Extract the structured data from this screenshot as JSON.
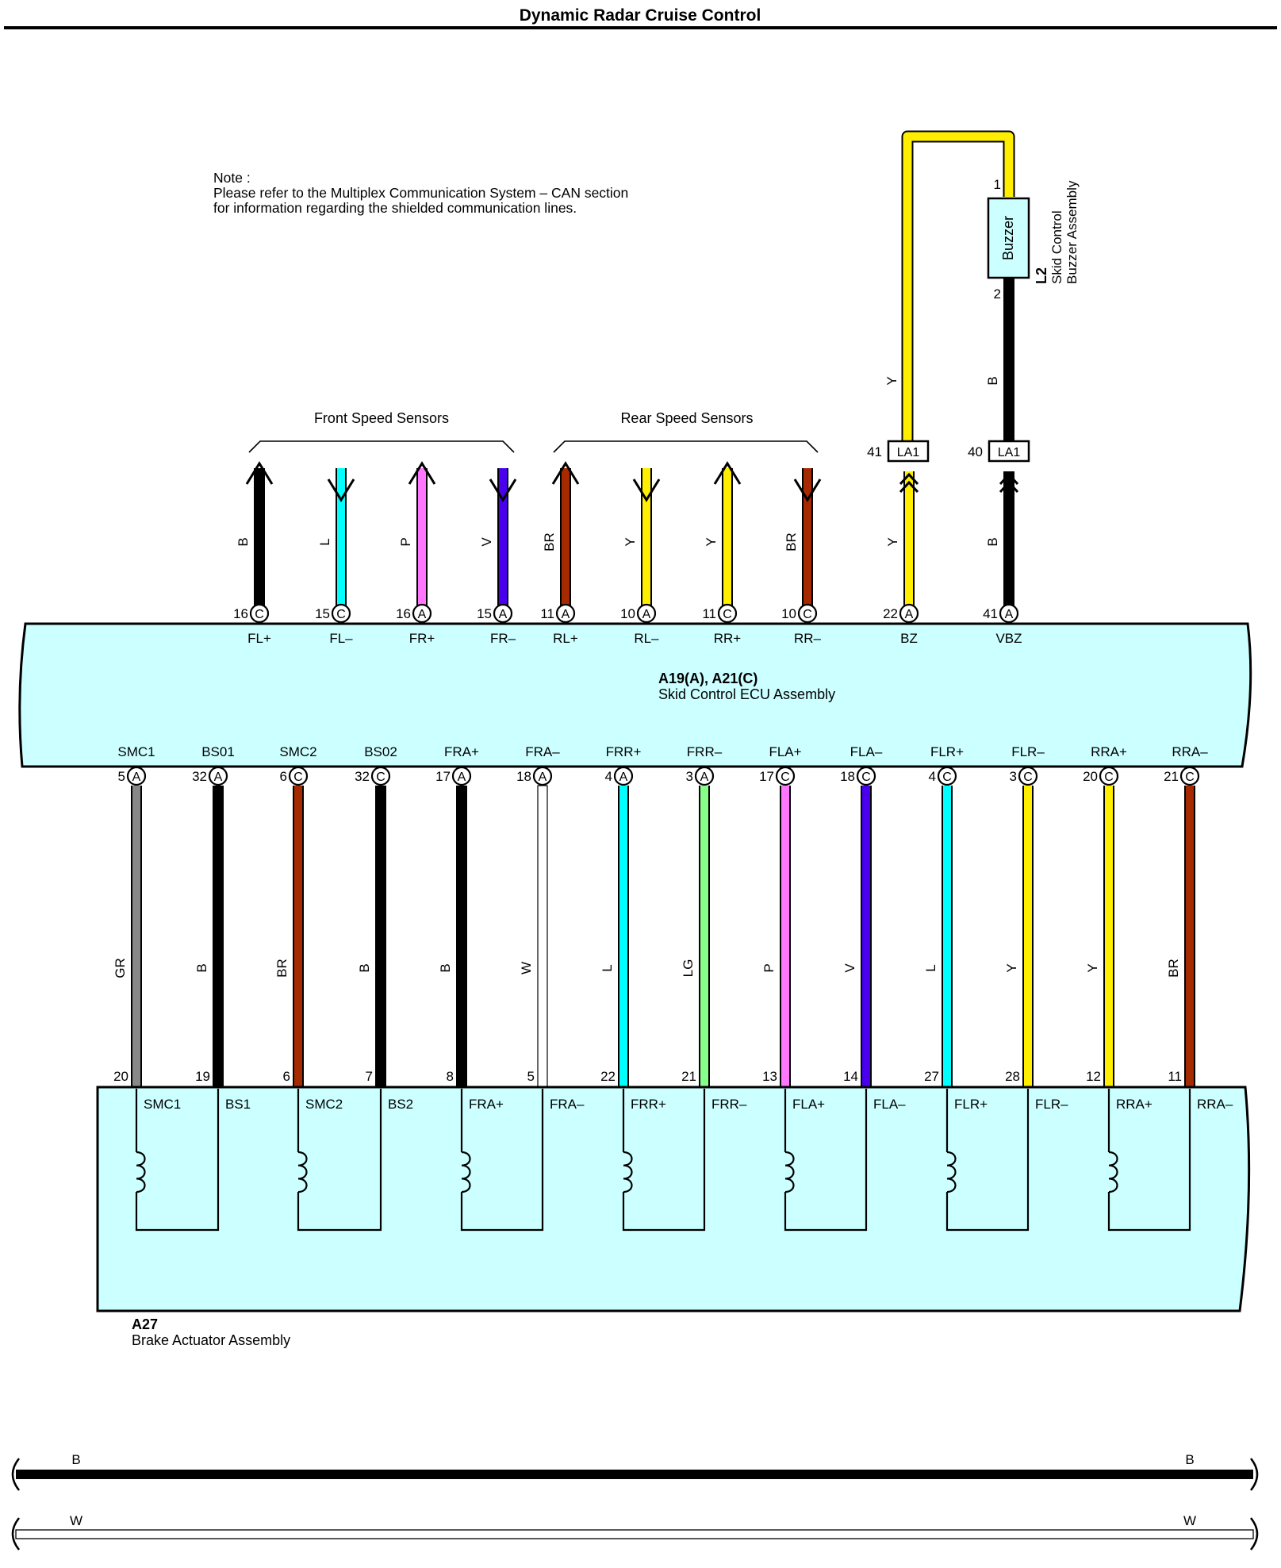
{
  "title": "Dynamic Radar Cruise Control",
  "note": {
    "lines": [
      "Note :",
      "Please refer to the Multiplex Communication System – CAN section",
      "for information regarding the shielded communication lines."
    ]
  },
  "colors": {
    "B": "#000000",
    "L": "#00ffff",
    "P": "#ff77ff",
    "V": "#4a00ee",
    "BR": "#a52a00",
    "Y": "#ffee00",
    "GR": "#888888",
    "W": "#ffffff",
    "LG": "#88ff88",
    "component_fill": "#ccffff"
  },
  "groups": [
    {
      "label": "Front Speed Sensors"
    },
    {
      "label": "Rear Speed Sensors"
    }
  ],
  "buzzer": {
    "id": "L2",
    "name_lines": [
      "Skid Control",
      "Buzzer Assembly"
    ],
    "box_label": "Buzzer",
    "pin_top": "1",
    "pin_bottom": "2"
  },
  "connectors": [
    {
      "name": "LA1",
      "pin": "41"
    },
    {
      "name": "LA1",
      "pin": "40"
    }
  ],
  "ecu": {
    "id": "A19(A), A21(C)",
    "name": "Skid Control ECU Assembly",
    "top_pins": [
      {
        "num": "16",
        "conn": "C",
        "label": "FL+",
        "wire": "B",
        "dir": "out"
      },
      {
        "num": "15",
        "conn": "C",
        "label": "FL–",
        "wire": "L",
        "dir": "in"
      },
      {
        "num": "16",
        "conn": "A",
        "label": "FR+",
        "wire": "P",
        "dir": "out"
      },
      {
        "num": "15",
        "conn": "A",
        "label": "FR–",
        "wire": "V",
        "dir": "in"
      },
      {
        "num": "11",
        "conn": "A",
        "label": "RL+",
        "wire": "BR",
        "dir": "out"
      },
      {
        "num": "10",
        "conn": "A",
        "label": "RL–",
        "wire": "Y",
        "dir": "in"
      },
      {
        "num": "11",
        "conn": "C",
        "label": "RR+",
        "wire": "Y",
        "dir": "out"
      },
      {
        "num": "10",
        "conn": "C",
        "label": "RR–",
        "wire": "BR",
        "dir": "in"
      },
      {
        "num": "22",
        "conn": "A",
        "label": "BZ",
        "wire": "Y",
        "dir": "buzzer"
      },
      {
        "num": "41",
        "conn": "A",
        "label": "VBZ",
        "wire": "B",
        "dir": "buzzer"
      }
    ],
    "bottom_pins": [
      {
        "num": "5",
        "conn": "A",
        "label": "SMC1"
      },
      {
        "num": "32",
        "conn": "A",
        "label": "BS01"
      },
      {
        "num": "6",
        "conn": "C",
        "label": "SMC2"
      },
      {
        "num": "32",
        "conn": "C",
        "label": "BS02"
      },
      {
        "num": "17",
        "conn": "A",
        "label": "FRA+"
      },
      {
        "num": "18",
        "conn": "A",
        "label": "FRA–"
      },
      {
        "num": "4",
        "conn": "A",
        "label": "FRR+"
      },
      {
        "num": "3",
        "conn": "A",
        "label": "FRR–"
      },
      {
        "num": "17",
        "conn": "C",
        "label": "FLA+"
      },
      {
        "num": "18",
        "conn": "C",
        "label": "FLA–"
      },
      {
        "num": "4",
        "conn": "C",
        "label": "FLR+"
      },
      {
        "num": "3",
        "conn": "C",
        "label": "FLR–"
      },
      {
        "num": "20",
        "conn": "C",
        "label": "RRA+"
      },
      {
        "num": "21",
        "conn": "C",
        "label": "RRA–"
      }
    ]
  },
  "lower_wires": [
    "GR",
    "B",
    "BR",
    "B",
    "B",
    "W",
    "L",
    "LG",
    "P",
    "V",
    "L",
    "Y",
    "Y",
    "BR"
  ],
  "actuator": {
    "id": "A27",
    "name": "Brake Actuator Assembly",
    "pins": [
      {
        "num": "20",
        "label": "SMC1"
      },
      {
        "num": "19",
        "label": "BS1"
      },
      {
        "num": "6",
        "label": "SMC2"
      },
      {
        "num": "7",
        "label": "BS2"
      },
      {
        "num": "8",
        "label": "FRA+"
      },
      {
        "num": "5",
        "label": "FRA–"
      },
      {
        "num": "22",
        "label": "FRR+"
      },
      {
        "num": "21",
        "label": "FRR–"
      },
      {
        "num": "13",
        "label": "FLA+"
      },
      {
        "num": "14",
        "label": "FLA–"
      },
      {
        "num": "27",
        "label": "FLR+"
      },
      {
        "num": "28",
        "label": "FLR–"
      },
      {
        "num": "12",
        "label": "RRA+"
      },
      {
        "num": "11",
        "label": "RRA–"
      }
    ]
  },
  "legend": [
    {
      "code": "B"
    },
    {
      "code": "W"
    }
  ]
}
